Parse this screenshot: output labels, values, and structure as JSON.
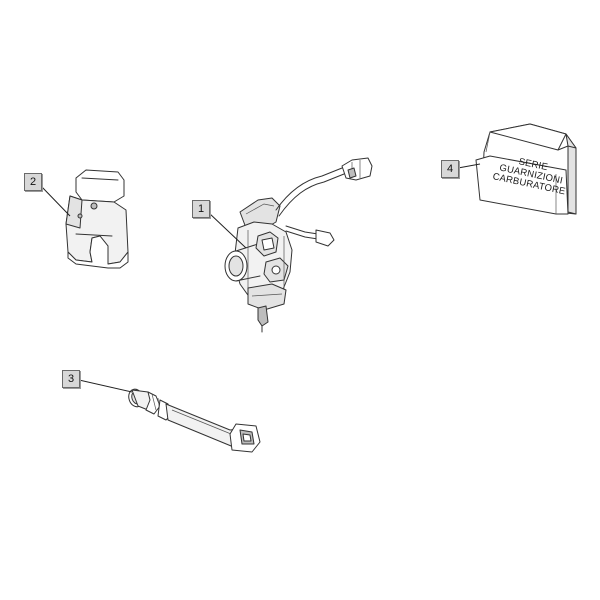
{
  "callouts": {
    "c1": "1",
    "c2": "2",
    "c3": "3",
    "c4": "4"
  },
  "kit": {
    "line1": "SERIE",
    "line2": "GUARNIZIONI",
    "line3": "CARBURATORE"
  }
}
